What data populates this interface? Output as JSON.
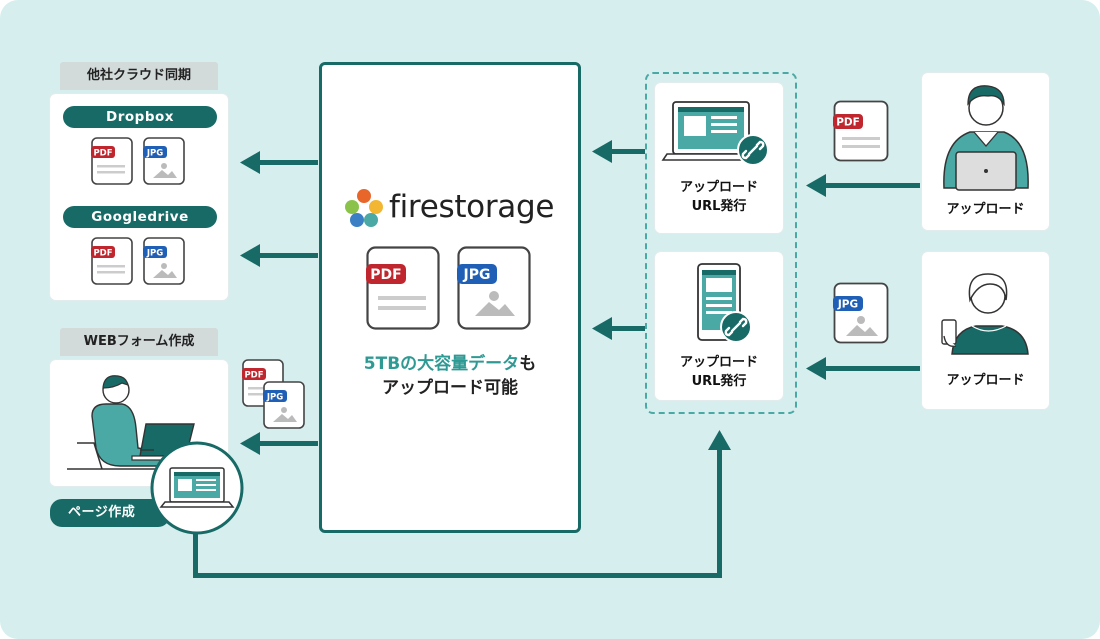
{
  "left": {
    "cloud_sync": {
      "tag": "他社クラウド同期",
      "services": [
        {
          "name": "Dropbox"
        },
        {
          "name": "Googledrive"
        }
      ]
    },
    "web_form": {
      "tag": "WEBフォーム作成",
      "page_label": "ページ作成"
    }
  },
  "center": {
    "logo_text": "firestorage",
    "caption_line1_accent": "5TBの大容量データ",
    "caption_line1_rest": "も",
    "caption_line2": "アップロード可能"
  },
  "middle": {
    "cards": [
      {
        "line1": "アップロード",
        "line2": "URL発行"
      },
      {
        "line1": "アップロード",
        "line2": "URL発行"
      }
    ]
  },
  "right": {
    "users": [
      {
        "label": "アップロード"
      },
      {
        "label": "アップロード"
      }
    ]
  },
  "file_labels": {
    "pdf": "PDF",
    "jpg": "JPG"
  },
  "colors": {
    "background": "#d7eeee",
    "teal_dark": "#176a66",
    "teal": "#4aa9a4",
    "pdf_red": "#c0262d",
    "jpg_blue": "#1f5fb6",
    "card_white": "#ffffff",
    "tag_gray": "#d3dada"
  }
}
